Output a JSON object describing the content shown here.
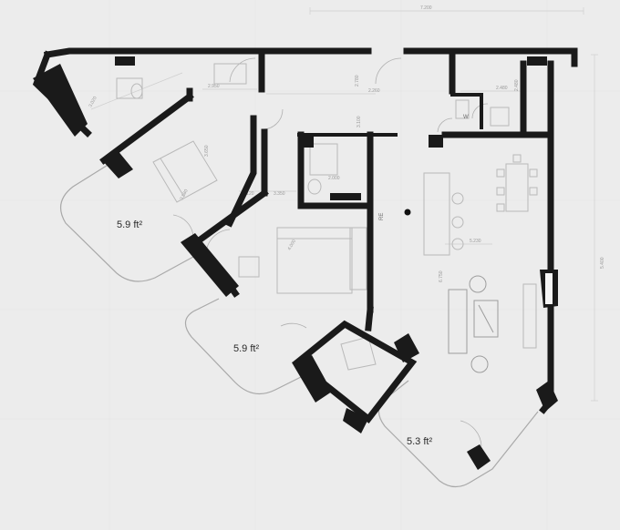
{
  "balconies": [
    {
      "area_label": "5.9 ft²"
    },
    {
      "area_label": "5.9 ft²"
    },
    {
      "area_label": "5.3 ft²"
    }
  ],
  "dimensions": {
    "top_overall": "7.200",
    "right_overall": "5.400",
    "bath_top": "2.950",
    "hall_top": "2.260",
    "wc_top": "2.480",
    "hall_side": "2.780",
    "bed1_a": "3.020",
    "bed1_b": "3.650",
    "bed1_c": "3.580",
    "bath2_side": "3.100",
    "bath2_top": "2.000",
    "mid_a": "3.120",
    "mid_b": "3.350",
    "bed2": "4.000",
    "kitchen": "5.230",
    "living": "6.750",
    "small_room": "2.480"
  },
  "labels": {
    "wc": "W",
    "re": "RE"
  }
}
